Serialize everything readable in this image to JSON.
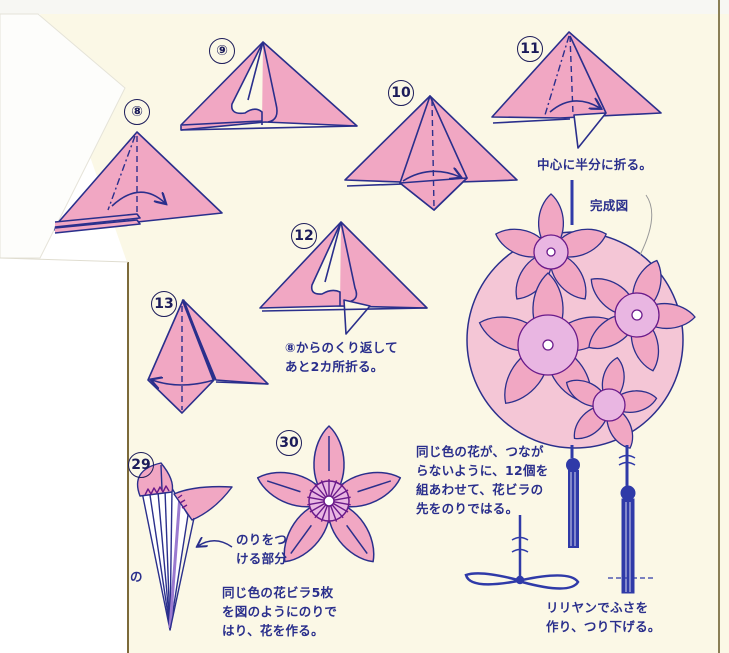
{
  "colors": {
    "paper": "#fbf8e6",
    "petal_pink": "#f1a7c3",
    "line_navy": "#2a2f8c",
    "stamen_purple": "#6a1a8a",
    "tassel_blue": "#2f3aa8"
  },
  "steps": [
    {
      "id": "8",
      "label": "⑧"
    },
    {
      "id": "9",
      "label": "⑨"
    },
    {
      "id": "10",
      "label": "10"
    },
    {
      "id": "11",
      "label": "11"
    },
    {
      "id": "12",
      "label": "12"
    },
    {
      "id": "13",
      "label": "13"
    },
    {
      "id": "29",
      "label": "29"
    },
    {
      "id": "30",
      "label": "30"
    }
  ],
  "captions": {
    "step11_note": "中心に半分に折る。",
    "finished_label": "完成図",
    "step12_note": "⑧からのくり返して\nあと2カ所折る。",
    "glue_part": "のりをつ\nける部分",
    "step30_note": "同じ色の花ビラ5枚\nを図のようにのりで\nはり、花を作る。",
    "assembly_note": "同じ色の花が、つなが\nらないように、12個を\n組あわせて、花ビラの\n先をのりではる。",
    "tassel_note": "リリヤンでふさを\n作り、つり下げる。",
    "margin_char": "の"
  },
  "icons": {
    "fold_arrow": "curved-arrow-icon",
    "valley_fold": "dashed-line",
    "mountain_fold": "dash-dot-line"
  }
}
